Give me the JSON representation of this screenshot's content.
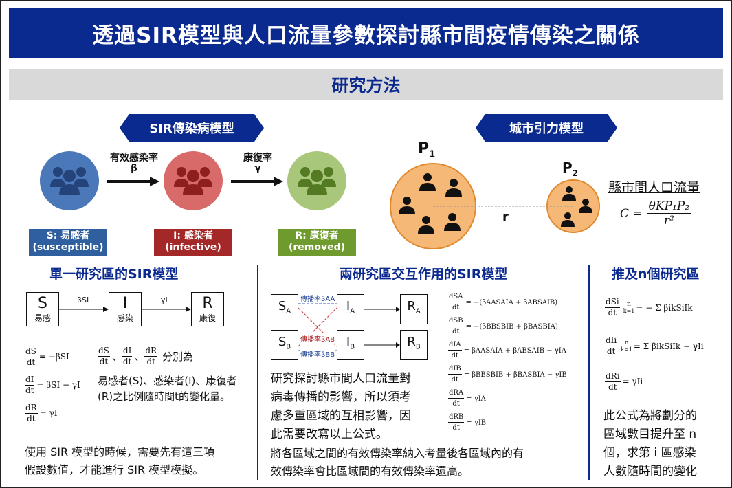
{
  "title": "透過SIR模型與人口流量參數探討縣市間疫情傳染之關係",
  "section": "研究方法",
  "sir_model": {
    "ribbon": "SIR傳染病模型",
    "arrow1_label": "有效感染率",
    "arrow1_symbol": "β",
    "arrow2_label": "康復率",
    "arrow2_symbol": "γ",
    "s_tag_line1": "S: 易感者",
    "s_tag_line2": "(susceptible)",
    "i_tag_line1": "I: 感染者",
    "i_tag_line2": "(infective)",
    "r_tag_line1": "R: 康復者",
    "r_tag_line2": "(removed)"
  },
  "gravity_model": {
    "ribbon": "城市引力模型",
    "p1": "P",
    "p1_sub": "1",
    "p2": "P",
    "p2_sub": "2",
    "distance": "r",
    "flow_label": "縣市間人口流量",
    "formula_lhs": "C =",
    "formula_num": "θKP₁P₂",
    "formula_den": "r²"
  },
  "single_region": {
    "heading": "單一研究區的SIR模型",
    "box_s": "S",
    "box_s_sub": "易感",
    "box_i": "I",
    "box_i_sub": "感染",
    "box_r": "R",
    "box_r_sub": "康復",
    "edge1": "βSI",
    "edge2": "γI",
    "eq1_num": "dS",
    "eq1_den": "dt",
    "eq1_rhs": "= −βSI",
    "eq2_num": "dI",
    "eq2_den": "dt",
    "eq2_rhs": "= βSI − γI",
    "eq3_num": "dR",
    "eq3_den": "dt",
    "eq3_rhs": "= γI",
    "desc_f1_num": "dS",
    "desc_f1_den": "dt",
    "desc_f2_num": "dI",
    "desc_f2_den": "dt",
    "desc_f3_num": "dR",
    "desc_f3_den": "dt",
    "desc_sep": "、",
    "desc_suffix": "分別為",
    "desc_line2": "易感者(S)、感染者(I)、康復者",
    "desc_line3": "(R)之比例隨時間t的變化量。",
    "note_line1": "使用 SIR 模型的時候，需要先有這三項",
    "note_line2": "假設數值，才能進行 SIR 模型模擬。"
  },
  "two_region": {
    "heading": "兩研究區交互作用的SIR模型",
    "box_sa": "S",
    "box_sa_sub": "A",
    "box_sb": "S",
    "box_sb_sub": "B",
    "box_ia": "I",
    "box_ia_sub": "A",
    "box_ib": "I",
    "box_ib_sub": "B",
    "box_ra": "R",
    "box_ra_sub": "A",
    "box_rb": "R",
    "box_rb_sub": "B",
    "rate_aa": "傳播率βAA",
    "rate_ab": "傳播率βAB",
    "rate_bb": "傳播率βBB",
    "eqs": [
      {
        "num": "dSA",
        "den": "dt",
        "rhs": "= −(βAASAIA + βABSAIB)"
      },
      {
        "num": "dSB",
        "den": "dt",
        "rhs": "= −(βBBSBIB + βBASBIA)"
      },
      {
        "num": "dIA",
        "den": "dt",
        "rhs": "= βAASAIA + βABSAIB − γIA"
      },
      {
        "num": "dIB",
        "den": "dt",
        "rhs": "= βBBSBIB + βBASBIA − γIB"
      },
      {
        "num": "dRA",
        "den": "dt",
        "rhs": "= γIA"
      },
      {
        "num": "dRB",
        "den": "dt",
        "rhs": "= γIB"
      }
    ],
    "desc_line1": "研究探討縣市間人口流量對",
    "desc_line2": "病毒傳播的影響，所以須考",
    "desc_line3": "慮多重區域的互相影響，因",
    "desc_line4": "此需要改寫以上公式。",
    "note_line1": "將各區域之間的有效傳染率納入考量後各區域內的有",
    "note_line2": "效傳染率會比區域間的有效傳染率還高。"
  },
  "n_region": {
    "heading": "推及n個研究區",
    "eq1_num": "dSi",
    "eq1_den": "dt",
    "eq1_rhs": "= − Σ βikSiIk",
    "eq1_sum_top": "n",
    "eq1_sum_bot": "k=1",
    "eq2_num": "dIi",
    "eq2_den": "dt",
    "eq2_rhs": "= Σ βikSiIk − γIi",
    "eq2_sum_top": "n",
    "eq2_sum_bot": "k=1",
    "eq3_num": "dRi",
    "eq3_den": "dt",
    "eq3_rhs": "= γIi",
    "desc_line1": "此公式為將劃分的",
    "desc_line2": "區域數目提升至 n",
    "desc_line3": "個，求第 i 區感染",
    "desc_line4": "人數隨時間的變化"
  },
  "colors": {
    "navy": "#0b2a8f",
    "susceptible": "#4a78b8",
    "infective": "#b83232",
    "removed": "#7aa23a",
    "city": "#f0a24f"
  }
}
